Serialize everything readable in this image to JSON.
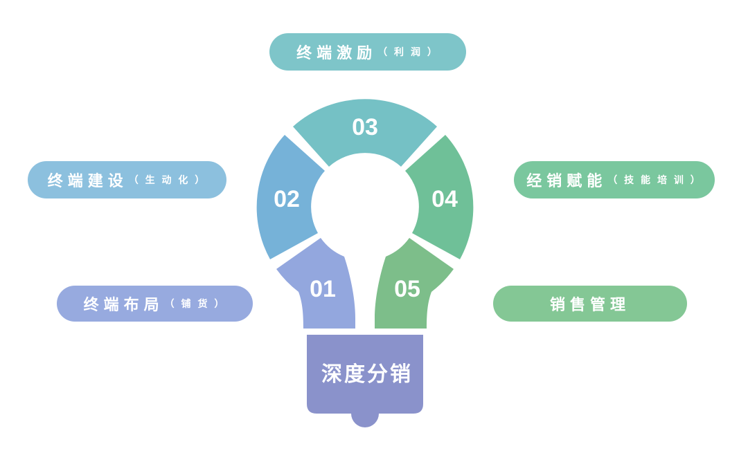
{
  "canvas": {
    "background": "#ffffff",
    "text_color": "#ffffff"
  },
  "pills": [
    {
      "main": "终端激励",
      "sub": "（ 利 润 ）",
      "color": "#7ec5c9"
    },
    {
      "main": "终端建设",
      "sub": "（ 生 动 化 ）",
      "color": "#8cc0de"
    },
    {
      "main": "终端布局",
      "sub": "（ 铺 货 ）",
      "color": "#97aadf"
    },
    {
      "main": "经销赋能",
      "sub": "（ 技 能 培 训 ）",
      "color": "#7ac79e"
    },
    {
      "main": "销售管理",
      "sub": "",
      "color": "#84c795"
    }
  ],
  "bulb": {
    "segments": [
      {
        "num": "01",
        "color": "#93a7de"
      },
      {
        "num": "02",
        "color": "#76b2d8"
      },
      {
        "num": "03",
        "color": "#75c1c5"
      },
      {
        "num": "04",
        "color": "#6fc098"
      },
      {
        "num": "05",
        "color": "#7dbe8a"
      }
    ],
    "base": {
      "label": "深度分销",
      "color": "#8a92cb"
    }
  }
}
